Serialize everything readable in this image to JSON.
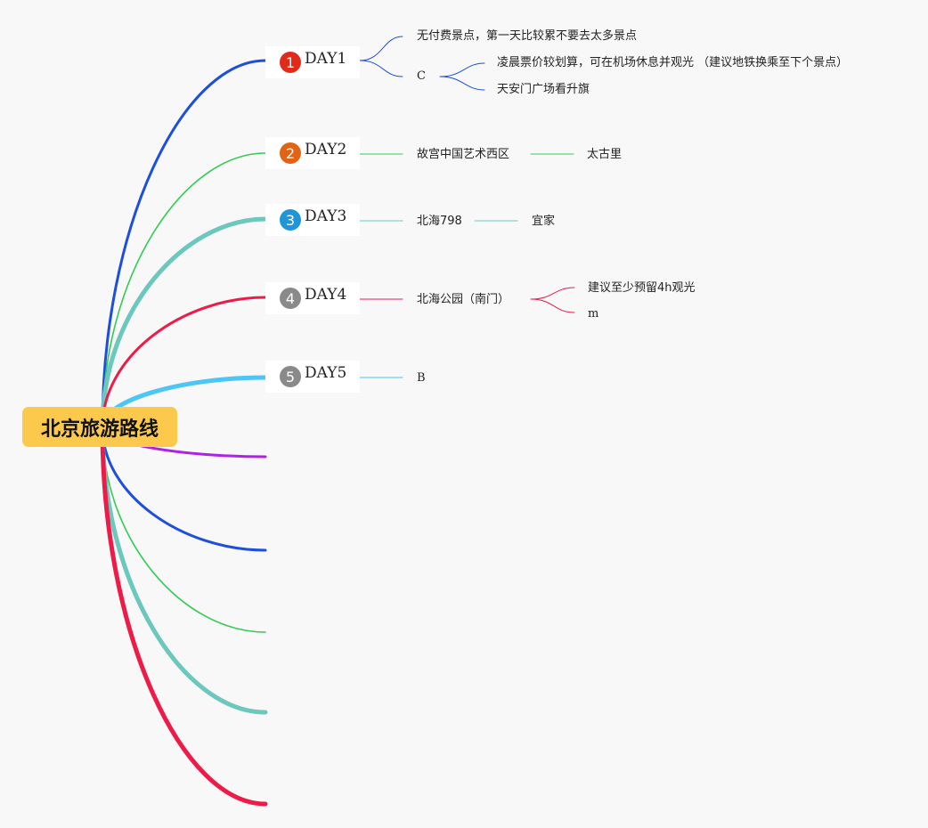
{
  "root": {
    "label": "北京旅游路线"
  },
  "colors": {
    "root_fill": "#fcc94d",
    "blue": "#1d4fdb",
    "green": "#33cc55",
    "teal": "#6cc7bc",
    "red": "#ee1a47",
    "sky": "#4cc6f5",
    "purple": "#b020e8",
    "badge_red": "#e02a1a",
    "badge_orange": "#e06414",
    "badge_blue": "#1e96d8",
    "badge_gray": "#8a8a8a"
  },
  "days": [
    {
      "num": "1",
      "label": "DAY1",
      "children": [
        {
          "label": "无付费景点，第一天比较累不要去太多景点",
          "children": []
        },
        {
          "label": "C",
          "children": [
            {
              "label": "凌晨票价较划算，可在机场休息并观光 （建议地铁换乘至下个景点）"
            },
            {
              "label": "天安门广场看升旗"
            }
          ]
        }
      ]
    },
    {
      "num": "2",
      "label": "DAY2",
      "children": [
        {
          "label": "故宫中国艺术西区",
          "children": [
            {
              "label": "太古里"
            }
          ]
        }
      ]
    },
    {
      "num": "3",
      "label": "DAY3",
      "children": [
        {
          "label": "北海798",
          "children": [
            {
              "label": "宜家"
            }
          ]
        }
      ]
    },
    {
      "num": "4",
      "label": "DAY4",
      "children": [
        {
          "label": "北海公园（南门）",
          "children": [
            {
              "label": "建议至少预留4h观光"
            },
            {
              "label": "m"
            }
          ]
        }
      ]
    },
    {
      "num": "5",
      "label": "DAY5",
      "children": [
        {
          "label": "B",
          "children": []
        }
      ]
    }
  ]
}
